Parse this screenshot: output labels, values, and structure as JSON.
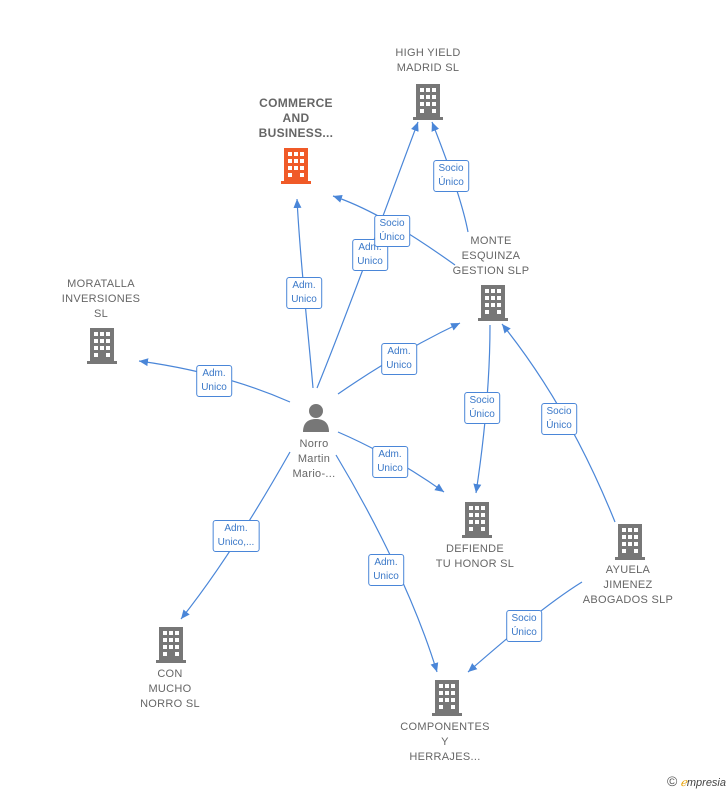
{
  "colors": {
    "edge": "#4a86d8",
    "company": "#777777",
    "highlight": "#f05a28",
    "person": "#777777"
  },
  "nodes": {
    "high_yield": {
      "label": "HIGH YIELD\nMADRID  SL",
      "icon": "building-icon"
    },
    "commerce": {
      "label": "COMMERCE\nAND\nBUSINESS...",
      "icon": "building-icon"
    },
    "monte": {
      "label": "MONTE\nESQUINZA\nGESTION  SLP",
      "icon": "building-icon"
    },
    "moratalla": {
      "label": "MORATALLA\nINVERSIONES\nSL",
      "icon": "building-icon"
    },
    "norro": {
      "label": "Norro\nMartin\nMario-...",
      "icon": "person-icon"
    },
    "defiende": {
      "label": "DEFIENDE\nTU HONOR  SL",
      "icon": "building-icon"
    },
    "ayuela": {
      "label": "AYUELA\nJIMENEZ\nABOGADOS  SLP",
      "icon": "building-icon"
    },
    "con_mucho": {
      "label": "CON\nMUCHO\nNORRO  SL",
      "icon": "building-icon"
    },
    "componentes": {
      "label": "COMPONENTES\nY\nHERRAJES...",
      "icon": "building-icon"
    }
  },
  "edges": [
    {
      "from": "monte",
      "to": "high_yield",
      "label": "Socio\nÚnico"
    },
    {
      "from": "norro",
      "to": "high_yield",
      "label": "Adm.\nUnico"
    },
    {
      "from": "monte",
      "to": "commerce",
      "label": "Socio\nÚnico"
    },
    {
      "from": "norro",
      "to": "commerce",
      "label": "Adm.\nUnico"
    },
    {
      "from": "norro",
      "to": "moratalla",
      "label": "Adm.\nUnico"
    },
    {
      "from": "norro",
      "to": "monte",
      "label": "Adm.\nUnico"
    },
    {
      "from": "norro",
      "to": "defiende",
      "label": "Adm.\nUnico"
    },
    {
      "from": "monte",
      "to": "defiende",
      "label": "Socio\nÚnico"
    },
    {
      "from": "ayuela",
      "to": "monte",
      "label": "Socio\nÚnico"
    },
    {
      "from": "norro",
      "to": "con_mucho",
      "label": "Adm.\nUnico,..."
    },
    {
      "from": "norro",
      "to": "componentes",
      "label": "Adm.\nUnico"
    },
    {
      "from": "ayuela",
      "to": "componentes",
      "label": "Socio\nÚnico"
    }
  ],
  "copyright": {
    "symbol": "©",
    "brand_initial": "ℯ",
    "brand_rest": "mpresia"
  }
}
